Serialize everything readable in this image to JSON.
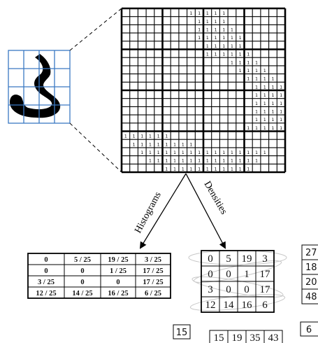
{
  "labels": {
    "histograms": "Histograms",
    "densities": "Densities"
  },
  "histogram_table": [
    [
      "0",
      "5 / 25",
      "19 / 25",
      "3 / 25"
    ],
    [
      "0",
      "0",
      "1 / 25",
      "17 / 25"
    ],
    [
      "3 / 25",
      "0",
      "0",
      "17 / 25"
    ],
    [
      "12 / 25",
      "14 / 25",
      "16 / 25",
      "6 / 25"
    ]
  ],
  "density_table": [
    [
      "0",
      "5",
      "19",
      "3"
    ],
    [
      "0",
      "0",
      "1",
      "17"
    ],
    [
      "3",
      "0",
      "0",
      "17"
    ],
    [
      "12",
      "14",
      "16",
      "6"
    ]
  ],
  "row_sums": [
    "27",
    "18",
    "20",
    "48"
  ],
  "col_sums": [
    "15",
    "19",
    "35",
    "43"
  ],
  "left_partial": "15",
  "right_partial": "6",
  "one_glyph": "1",
  "colors": {
    "grid_blue": "#3a78c2",
    "digit_black": "#000000"
  }
}
